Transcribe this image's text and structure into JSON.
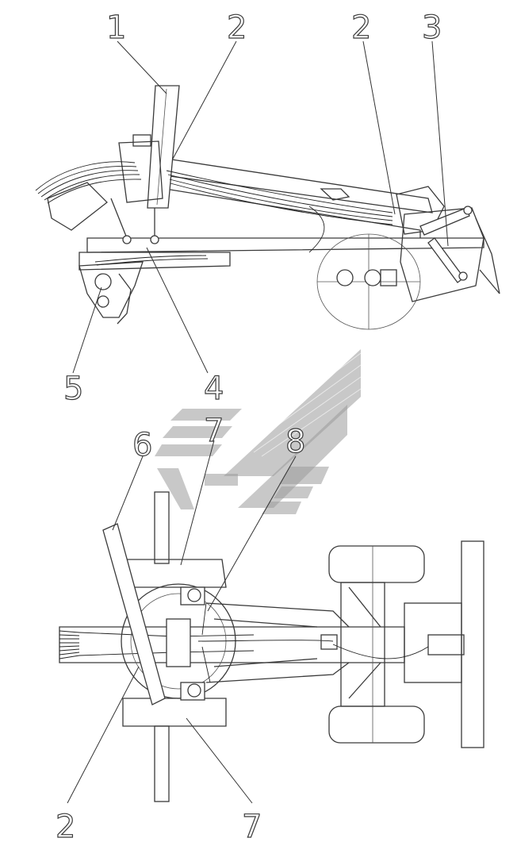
{
  "callouts": [
    {
      "id": "c1",
      "label": "1"
    },
    {
      "id": "c2a",
      "label": "2"
    },
    {
      "id": "c2b",
      "label": "2"
    },
    {
      "id": "c3",
      "label": "3"
    },
    {
      "id": "c4",
      "label": "4"
    },
    {
      "id": "c5",
      "label": "5"
    },
    {
      "id": "c6",
      "label": "6"
    },
    {
      "id": "c7a",
      "label": "7"
    },
    {
      "id": "c8",
      "label": "8"
    },
    {
      "id": "c2c",
      "label": "2"
    },
    {
      "id": "c7b",
      "label": "7"
    }
  ],
  "colors": {
    "line": "#3a3a3a",
    "watermark": "#9a9a9a",
    "background": "#ffffff"
  }
}
